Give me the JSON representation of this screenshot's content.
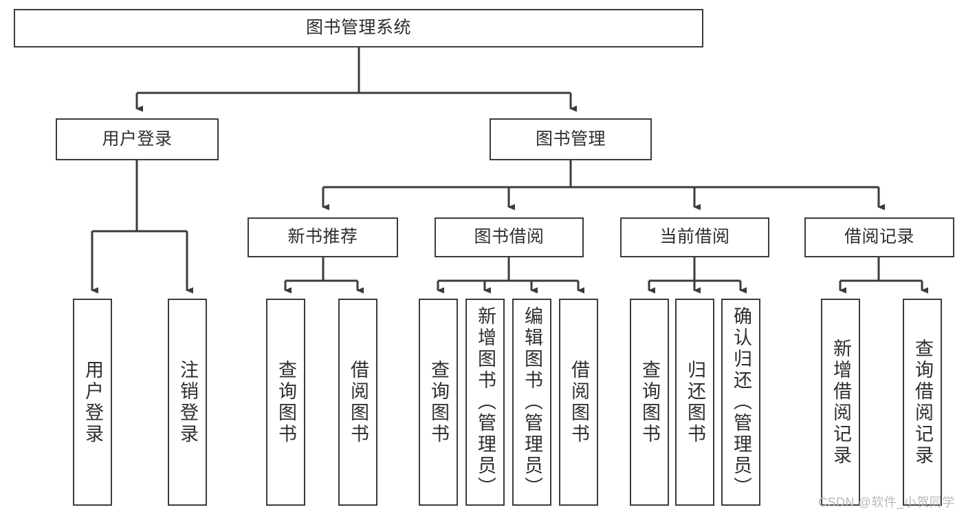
{
  "diagram": {
    "title": "图书管理系统",
    "type": "tree-hierarchy",
    "levels": {
      "root": {
        "label": "图书管理系统"
      },
      "level2": [
        {
          "label": "用户登录"
        },
        {
          "label": "图书管理"
        }
      ],
      "level3": [
        {
          "label": "新书推荐"
        },
        {
          "label": "图书借阅"
        },
        {
          "label": "当前借阅"
        },
        {
          "label": "借阅记录"
        }
      ],
      "leaves": {
        "user_login": [
          {
            "label": "用户登录"
          },
          {
            "label": "注销登录"
          }
        ],
        "new_book_recommend": [
          {
            "label": "查询图书"
          },
          {
            "label": "借阅图书"
          }
        ],
        "book_borrow": [
          {
            "label": "查询图书"
          },
          {
            "label": "新增图书（管理员）"
          },
          {
            "label": "编辑图书（管理员）"
          },
          {
            "label": "借阅图书"
          }
        ],
        "current_borrow": [
          {
            "label": "查询图书"
          },
          {
            "label": "归还图书"
          },
          {
            "label": "确认归还（管理员）"
          }
        ],
        "borrow_record": [
          {
            "label": "新增借阅记录"
          },
          {
            "label": "查询借阅记录"
          }
        ]
      }
    },
    "colors": {
      "stroke": "#3b3b3d",
      "fill": "#ffffff",
      "text": "#2e2e30",
      "watermark": "#b9b9bd"
    }
  },
  "watermark": {
    "text": "CSDN @软件_小贺同学"
  }
}
